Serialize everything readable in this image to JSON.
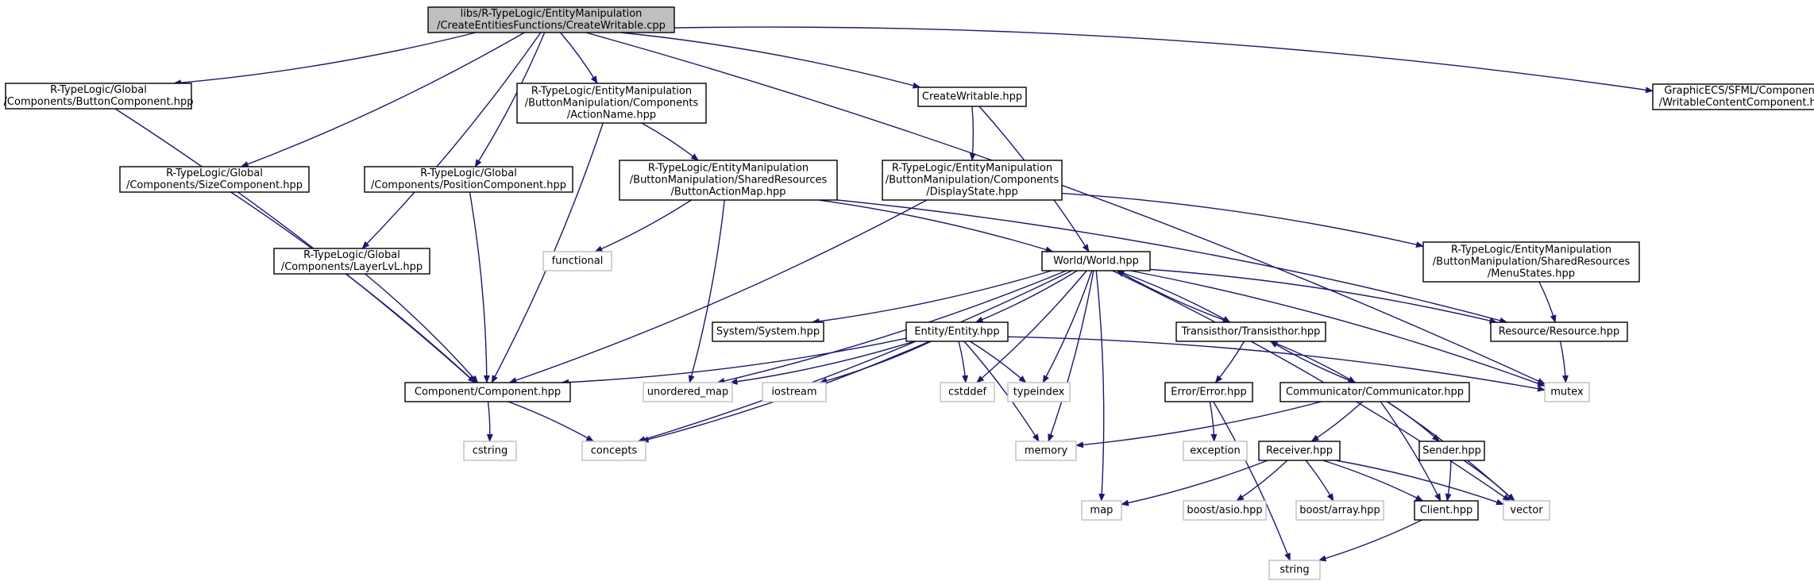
{
  "colors": {
    "edge": "#191970",
    "border_local": "#000000",
    "border_system": "#bfbfbf",
    "fill_root": "#bfbfbf",
    "fill_node": "#ffffff",
    "text_system": "#000000"
  },
  "nodes": [
    {
      "id": "root",
      "lines": [
        "libs/R-TypeLogic/EntityManipulation",
        "/CreateEntitiesFunctions/CreateWritable.cpp"
      ],
      "kind": "root"
    },
    {
      "id": "btncomp",
      "lines": [
        "R-TypeLogic/Global",
        "/Components/ButtonComponent.hpp"
      ],
      "kind": "local"
    },
    {
      "id": "sizecomp",
      "lines": [
        "R-TypeLogic/Global",
        "/Components/SizeComponent.hpp"
      ],
      "kind": "local"
    },
    {
      "id": "poscomp",
      "lines": [
        "R-TypeLogic/Global",
        "/Components/PositionComponent.hpp"
      ],
      "kind": "local"
    },
    {
      "id": "layercomp",
      "lines": [
        "R-TypeLogic/Global",
        "/Components/LayerLvL.hpp"
      ],
      "kind": "local"
    },
    {
      "id": "actionname",
      "lines": [
        "R-TypeLogic/EntityManipulation",
        "/ButtonManipulation/Components",
        "/ActionName.hpp"
      ],
      "kind": "local"
    },
    {
      "id": "createwritable",
      "lines": [
        "CreateWritable.hpp"
      ],
      "kind": "local"
    },
    {
      "id": "writablecontent",
      "lines": [
        "GraphicECS/SFML/Components",
        "/WritableContentComponent.hpp"
      ],
      "kind": "local"
    },
    {
      "id": "buttonactionmap",
      "lines": [
        "R-TypeLogic/EntityManipulation",
        "/ButtonManipulation/SharedResources",
        "/ButtonActionMap.hpp"
      ],
      "kind": "local"
    },
    {
      "id": "displaystate",
      "lines": [
        "R-TypeLogic/EntityManipulation",
        "/ButtonManipulation/Components",
        "/DisplayState.hpp"
      ],
      "kind": "local"
    },
    {
      "id": "menustates",
      "lines": [
        "R-TypeLogic/EntityManipulation",
        "/ButtonManipulation/SharedResources",
        "/MenuStates.hpp"
      ],
      "kind": "local"
    },
    {
      "id": "functional",
      "lines": [
        "functional"
      ],
      "kind": "system"
    },
    {
      "id": "world",
      "lines": [
        "World/World.hpp"
      ],
      "kind": "local"
    },
    {
      "id": "system",
      "lines": [
        "System/System.hpp"
      ],
      "kind": "local"
    },
    {
      "id": "entity",
      "lines": [
        "Entity/Entity.hpp"
      ],
      "kind": "local"
    },
    {
      "id": "transisthor",
      "lines": [
        "Transisthor/Transisthor.hpp"
      ],
      "kind": "local"
    },
    {
      "id": "resource",
      "lines": [
        "Resource/Resource.hpp"
      ],
      "kind": "local"
    },
    {
      "id": "component",
      "lines": [
        "Component/Component.hpp"
      ],
      "kind": "local"
    },
    {
      "id": "unordered_map",
      "lines": [
        "unordered_map"
      ],
      "kind": "system"
    },
    {
      "id": "iostream",
      "lines": [
        "iostream"
      ],
      "kind": "system"
    },
    {
      "id": "cstddef",
      "lines": [
        "cstddef"
      ],
      "kind": "system"
    },
    {
      "id": "typeindex",
      "lines": [
        "typeindex"
      ],
      "kind": "system"
    },
    {
      "id": "mutex",
      "lines": [
        "mutex"
      ],
      "kind": "system"
    },
    {
      "id": "error",
      "lines": [
        "Error/Error.hpp"
      ],
      "kind": "local"
    },
    {
      "id": "communicator",
      "lines": [
        "Communicator/Communicator.hpp"
      ],
      "kind": "local"
    },
    {
      "id": "cstring",
      "lines": [
        "cstring"
      ],
      "kind": "system"
    },
    {
      "id": "concepts",
      "lines": [
        "concepts"
      ],
      "kind": "system"
    },
    {
      "id": "memory",
      "lines": [
        "memory"
      ],
      "kind": "system"
    },
    {
      "id": "exception",
      "lines": [
        "exception"
      ],
      "kind": "system"
    },
    {
      "id": "receiver",
      "lines": [
        "Receiver.hpp"
      ],
      "kind": "local"
    },
    {
      "id": "sender",
      "lines": [
        "Sender.hpp"
      ],
      "kind": "local"
    },
    {
      "id": "map",
      "lines": [
        "map"
      ],
      "kind": "system"
    },
    {
      "id": "boostasio",
      "lines": [
        "boost/asio.hpp"
      ],
      "kind": "system"
    },
    {
      "id": "boostarray",
      "lines": [
        "boost/array.hpp"
      ],
      "kind": "system"
    },
    {
      "id": "client",
      "lines": [
        "Client.hpp"
      ],
      "kind": "local"
    },
    {
      "id": "vector",
      "lines": [
        "vector"
      ],
      "kind": "system"
    },
    {
      "id": "string",
      "lines": [
        "string"
      ],
      "kind": "system"
    }
  ],
  "edges": [
    [
      "root",
      "btncomp"
    ],
    [
      "root",
      "sizecomp"
    ],
    [
      "root",
      "poscomp"
    ],
    [
      "root",
      "layercomp"
    ],
    [
      "root",
      "actionname"
    ],
    [
      "root",
      "createwritable"
    ],
    [
      "root",
      "writablecontent"
    ],
    [
      "root",
      "mutex"
    ],
    [
      "btncomp",
      "component"
    ],
    [
      "sizecomp",
      "component"
    ],
    [
      "poscomp",
      "component"
    ],
    [
      "layercomp",
      "component"
    ],
    [
      "actionname",
      "component"
    ],
    [
      "actionname",
      "buttonactionmap"
    ],
    [
      "createwritable",
      "displaystate"
    ],
    [
      "createwritable",
      "world"
    ],
    [
      "buttonactionmap",
      "functional"
    ],
    [
      "buttonactionmap",
      "unordered_map"
    ],
    [
      "buttonactionmap",
      "world"
    ],
    [
      "buttonactionmap",
      "resource"
    ],
    [
      "displaystate",
      "component"
    ],
    [
      "displaystate",
      "menustates"
    ],
    [
      "menustates",
      "resource"
    ],
    [
      "world",
      "system"
    ],
    [
      "world",
      "entity"
    ],
    [
      "world",
      "transisthor"
    ],
    [
      "world",
      "resource"
    ],
    [
      "world",
      "unordered_map"
    ],
    [
      "world",
      "cstddef"
    ],
    [
      "world",
      "typeindex"
    ],
    [
      "world",
      "memory"
    ],
    [
      "world",
      "map"
    ],
    [
      "world",
      "mutex"
    ],
    [
      "world",
      "vector"
    ],
    [
      "world",
      "concepts"
    ],
    [
      "entity",
      "component"
    ],
    [
      "entity",
      "unordered_map"
    ],
    [
      "entity",
      "iostream"
    ],
    [
      "entity",
      "cstddef"
    ],
    [
      "entity",
      "typeindex"
    ],
    [
      "entity",
      "mutex"
    ],
    [
      "entity",
      "concepts"
    ],
    [
      "entity",
      "memory"
    ],
    [
      "transisthor",
      "world"
    ],
    [
      "transisthor",
      "error"
    ],
    [
      "transisthor",
      "communicator"
    ],
    [
      "resource",
      "mutex"
    ],
    [
      "component",
      "cstring"
    ],
    [
      "component",
      "concepts"
    ],
    [
      "error",
      "exception"
    ],
    [
      "error",
      "string"
    ],
    [
      "communicator",
      "transisthor"
    ],
    [
      "communicator",
      "memory"
    ],
    [
      "communicator",
      "receiver"
    ],
    [
      "communicator",
      "sender"
    ],
    [
      "communicator",
      "client"
    ],
    [
      "communicator",
      "vector"
    ],
    [
      "receiver",
      "map"
    ],
    [
      "receiver",
      "boostasio"
    ],
    [
      "receiver",
      "boostarray"
    ],
    [
      "receiver",
      "client"
    ],
    [
      "receiver",
      "vector"
    ],
    [
      "sender",
      "client"
    ],
    [
      "sender",
      "vector"
    ],
    [
      "client",
      "string"
    ]
  ]
}
